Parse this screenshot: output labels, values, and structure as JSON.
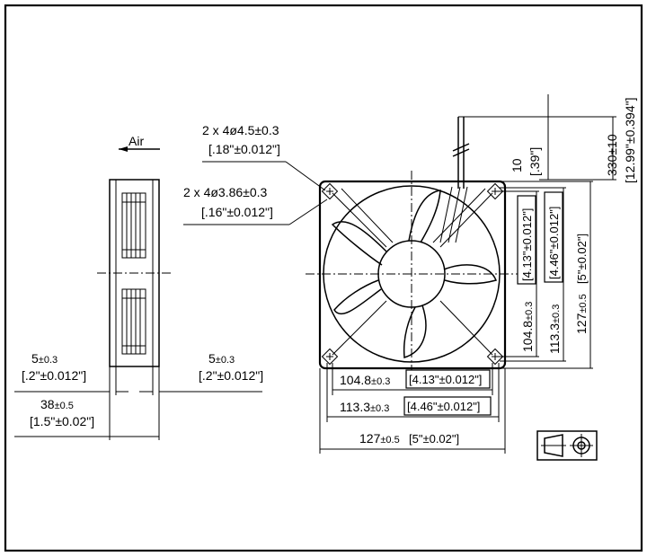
{
  "side_view": {
    "airflow_label": "Air",
    "flange_left": {
      "value": "5",
      "tolerance": "±0.3",
      "inch": "[.2\"±0.012\"]"
    },
    "flange_right": {
      "value": "5",
      "tolerance": "±0.3",
      "inch": "[.2\"±0.012\"]"
    },
    "depth": {
      "value": "38",
      "tolerance": "±0.5",
      "inch": "[1.5\"±0.02\"]"
    }
  },
  "callouts": {
    "hole_large": {
      "text": "2 x 4ø4.5±0.3",
      "inch": "[.18\"±0.012\"]"
    },
    "hole_small": {
      "text": "2 x 4ø3.86±0.3",
      "inch": "[.16\"±0.012\"]"
    }
  },
  "front_view": {
    "bottom_dims": [
      {
        "value": "104.8",
        "tolerance": "±0.3",
        "inch": "[4.13\"±0.012\"]"
      },
      {
        "value": "113.3",
        "tolerance": "±0.3",
        "inch": "[4.46\"±0.012\"]"
      },
      {
        "value": "127",
        "tolerance": "±0.5",
        "inch": "[5\"±0.02\"]"
      }
    ],
    "right_dims": [
      {
        "value": "104.8",
        "tolerance": "±0.3",
        "inch": "[4.13\"±0.012\"]"
      },
      {
        "value": "113.3",
        "tolerance": "±0.3",
        "inch": "[4.46\"±0.012\"]"
      },
      {
        "value": "127",
        "tolerance": "±0.5",
        "inch": "[5\"±0.02\"]"
      }
    ]
  },
  "lead_wire": {
    "strip": {
      "value": "10",
      "inch": "[.39\"]"
    },
    "length": {
      "value": "330±10",
      "inch": "[12.99\"±0.394\"]"
    }
  },
  "projection_symbol": {
    "name": "first-angle-projection-icon"
  }
}
